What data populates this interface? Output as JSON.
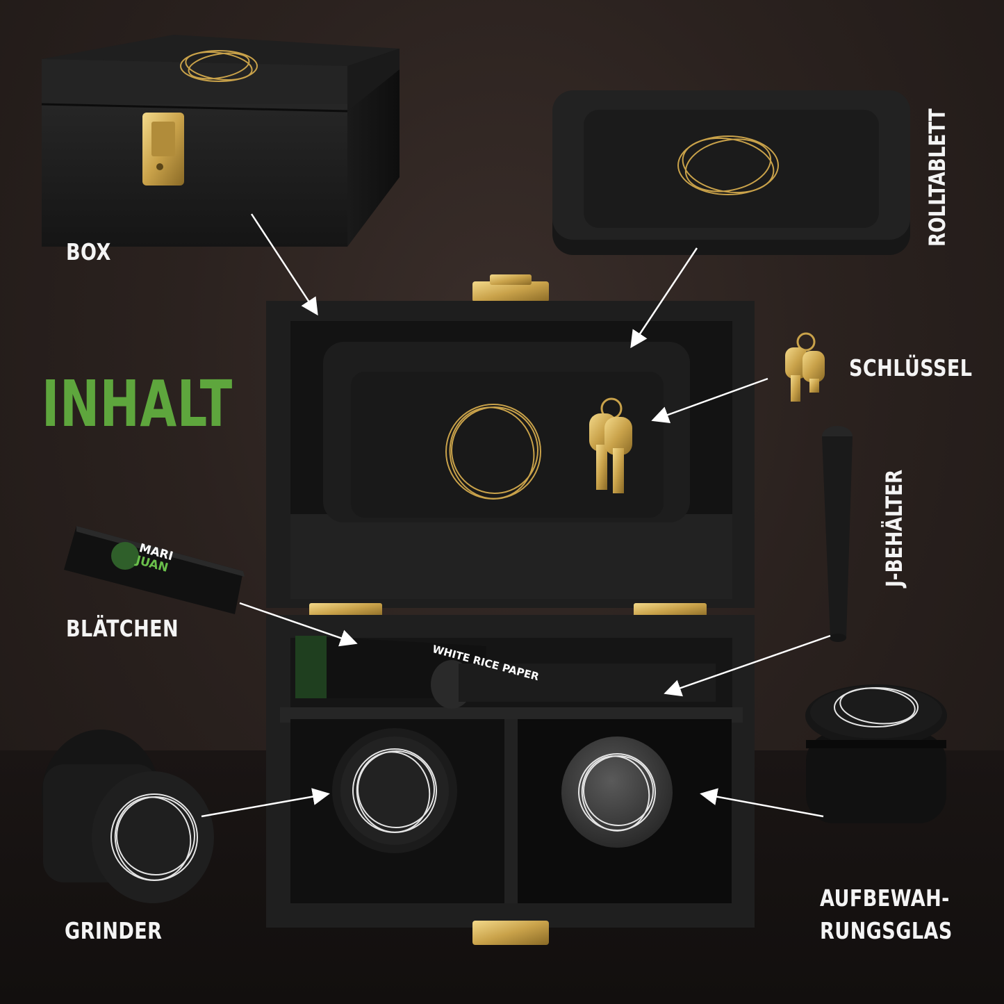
{
  "title": "INHALT",
  "labels": {
    "box": "BOX",
    "rolltablett": "ROLLTABLETT",
    "schluessel": "SCHLÜSSEL",
    "j_behaelter": "J-BEHÄLTER",
    "blaettchen": "BLÄTCHEN",
    "grinder": "GRINDER",
    "glas_line1": "AUFBEWAH-",
    "glas_line2": "RUNGSGLAS"
  },
  "packaging": {
    "brand_line1": "MARI",
    "brand_line2": "JUAN",
    "paper_text": "WHITE RICE PAPER"
  },
  "colors": {
    "title_green": "#5ea63d",
    "label_white": "#f4f4f4",
    "gold": "#c9a24a",
    "wood_black": "#1b1b1b"
  }
}
